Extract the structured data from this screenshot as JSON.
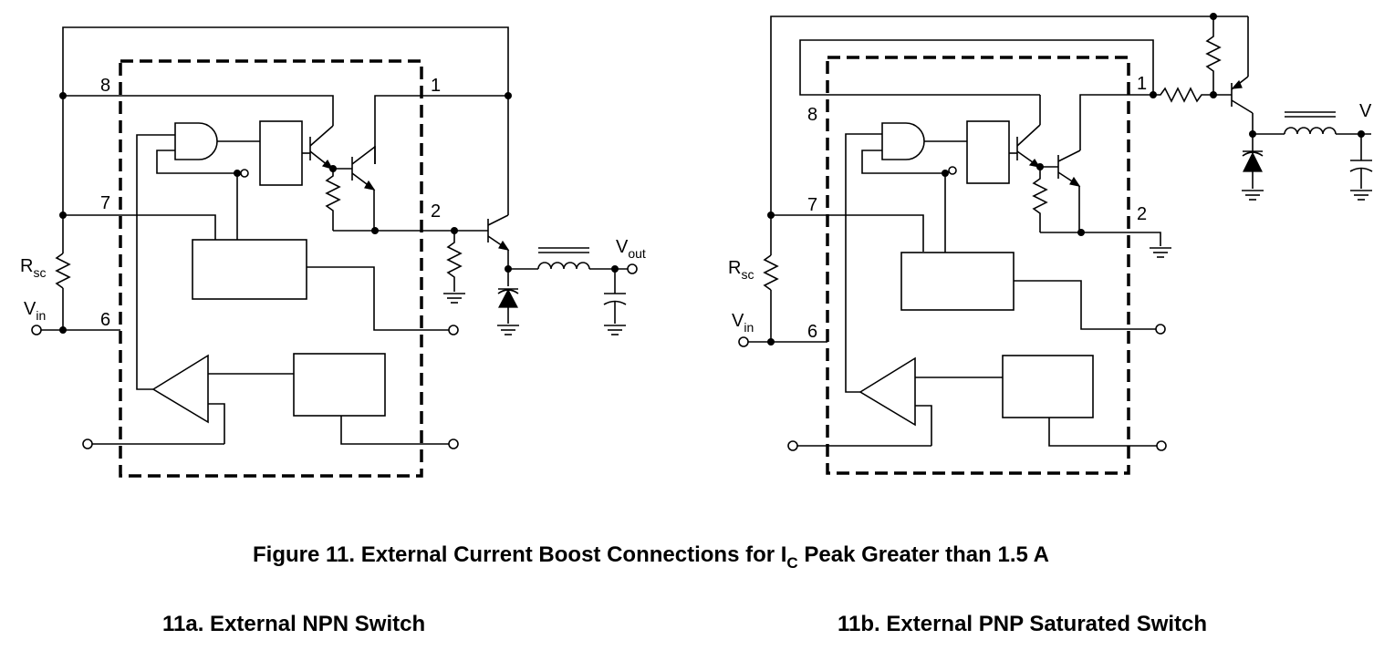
{
  "figure": {
    "caption_prefix": "Figure 11. External Current Boost Connections for I",
    "caption_sub": "C",
    "caption_suffix": " Peak Greater than 1.5 A"
  },
  "panel_a": {
    "caption": "11a. External NPN Switch",
    "pins": {
      "p8": "8",
      "p1": "1",
      "p7": "7",
      "p2": "2",
      "p6": "6"
    },
    "rsc_main": "R",
    "rsc_sub": "sc",
    "vin_main": "V",
    "vin_sub": "in",
    "vout_main": "V",
    "vout_sub": "out"
  },
  "panel_b": {
    "caption": "11b. External PNP Saturated Switch",
    "pins": {
      "p8": "8",
      "p1": "1",
      "p7": "7",
      "p2": "2",
      "p6": "6"
    },
    "rsc_main": "R",
    "rsc_sub": "sc",
    "vin_main": "V",
    "vin_sub": "in",
    "vout_main": "V"
  }
}
